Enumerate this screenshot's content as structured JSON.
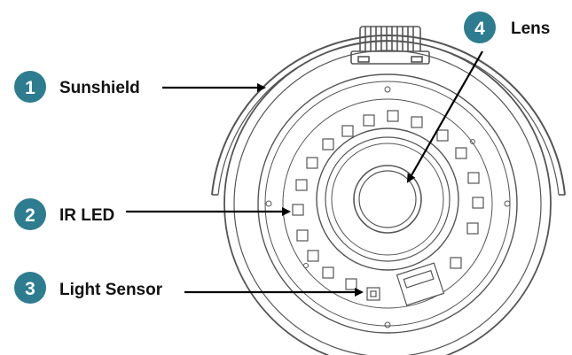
{
  "callouts": [
    {
      "number": "1",
      "label": "Sunshield"
    },
    {
      "number": "2",
      "label": "IR LED"
    },
    {
      "number": "3",
      "label": "Light Sensor"
    },
    {
      "number": "4",
      "label": "Lens"
    }
  ],
  "colors": {
    "badge": "#2d7c8f",
    "line": "#555555",
    "arrow": "#000000",
    "text": "#111111"
  },
  "icons": {
    "badge": "numbered-circle-badge",
    "pointer": "arrow-pointer",
    "led": "ir-led-square"
  }
}
